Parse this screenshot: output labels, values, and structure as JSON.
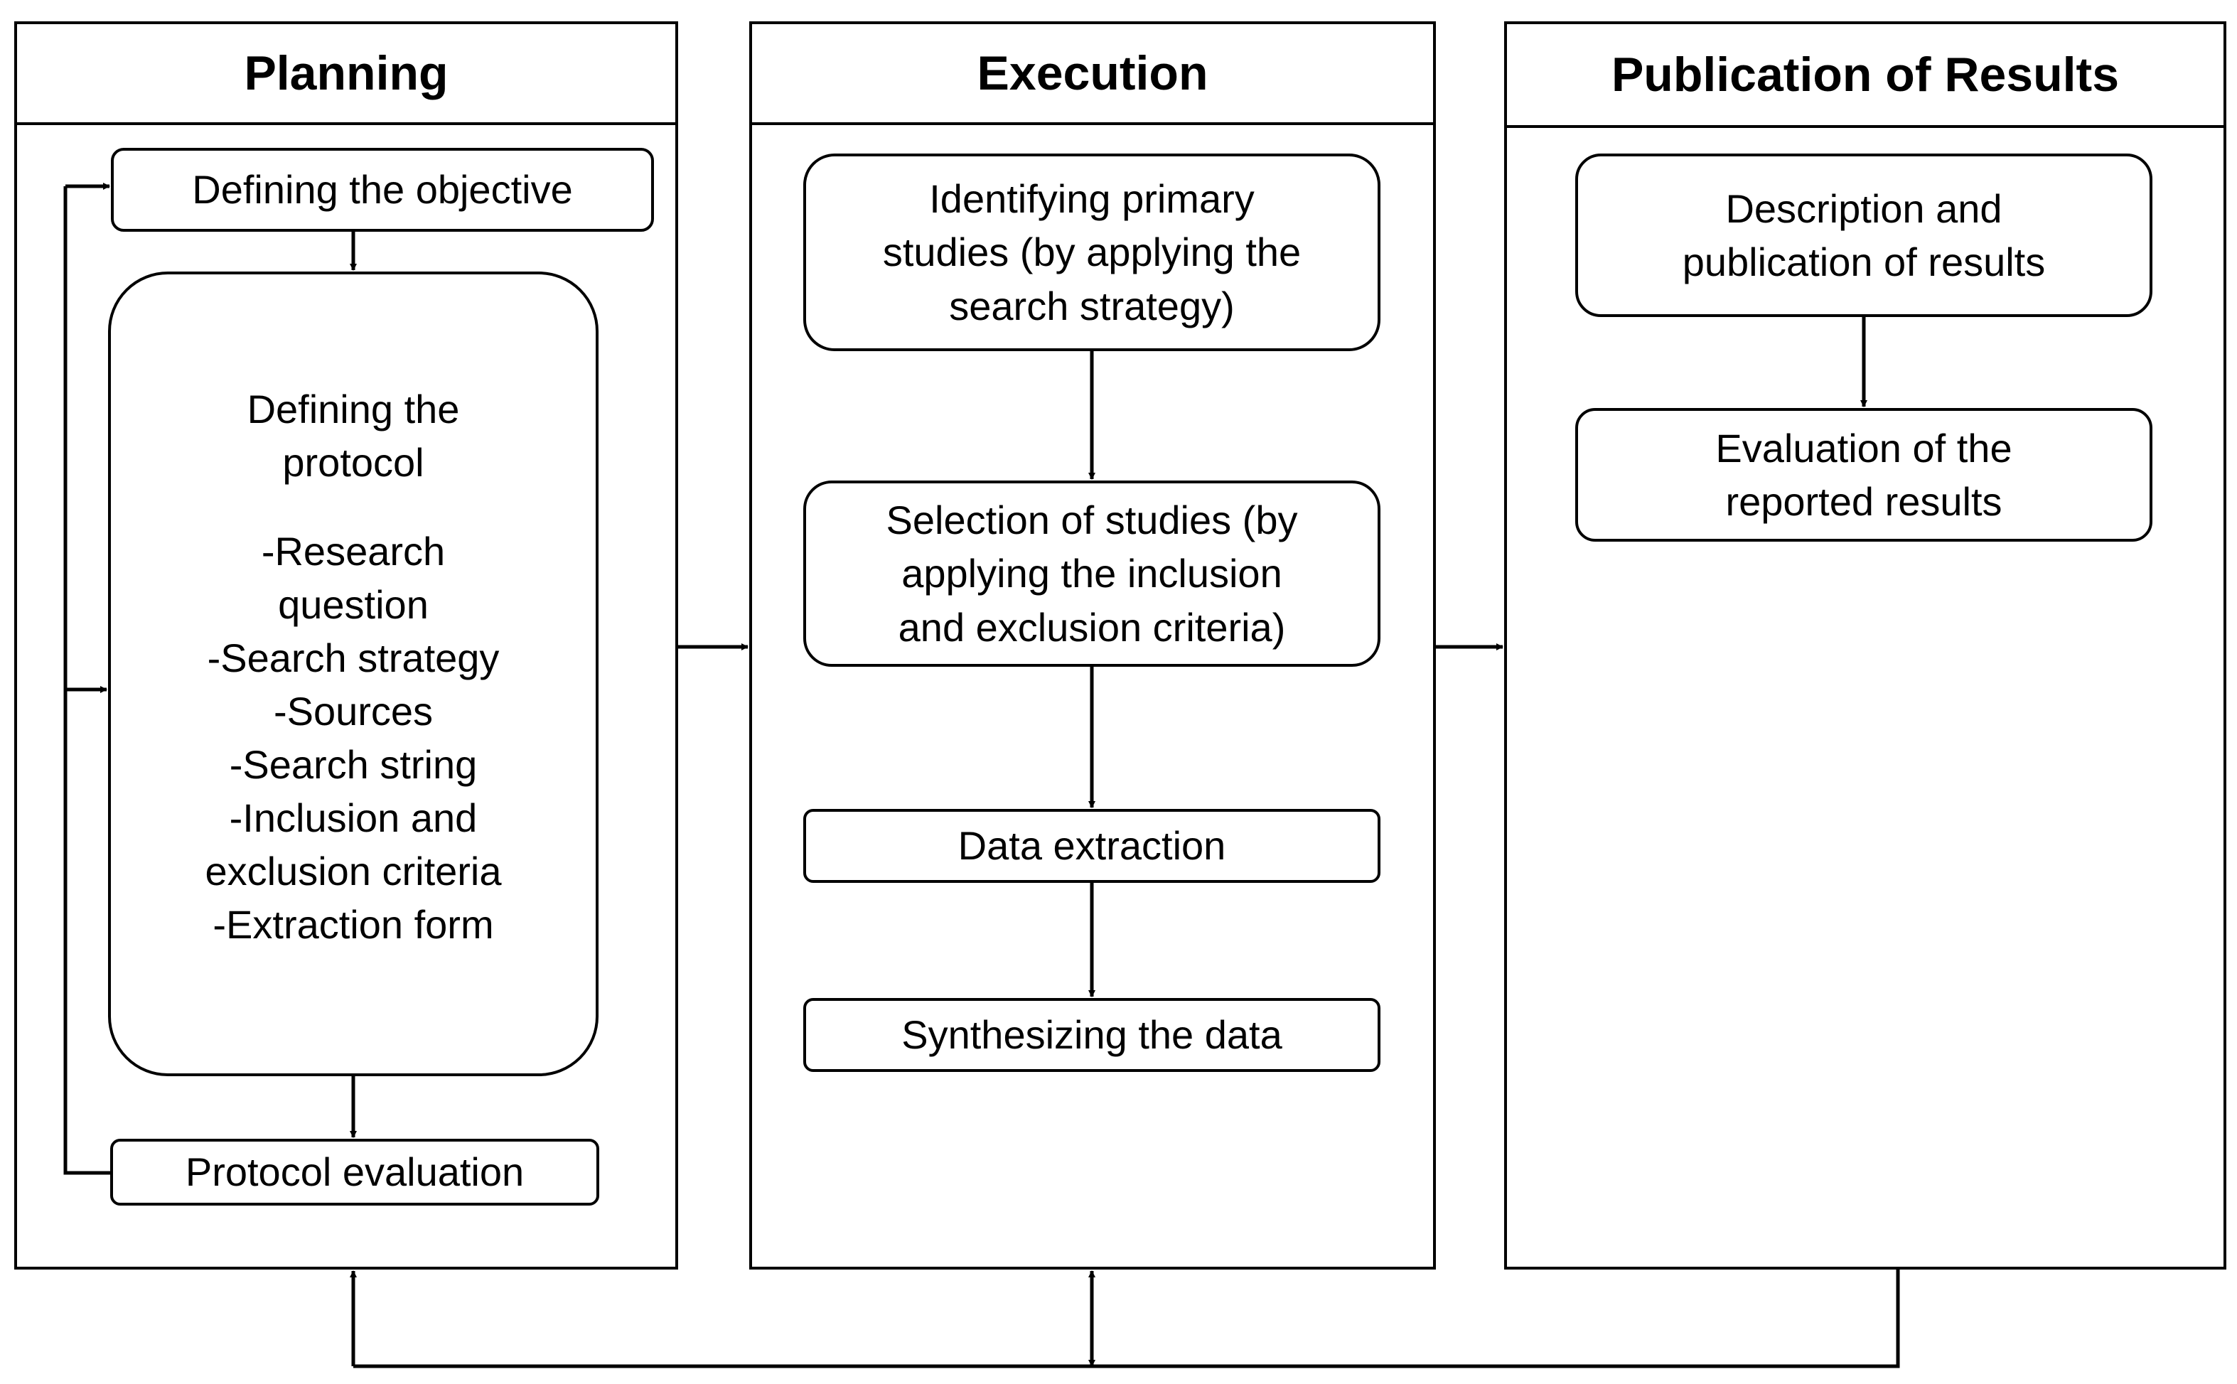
{
  "columns": {
    "planning": {
      "title": "Planning",
      "objective": "Defining the objective",
      "protocol": {
        "heading": [
          "Defining the",
          "protocol"
        ],
        "items": [
          "-Research",
          "question",
          "-Search strategy",
          "-Sources",
          "-Search string",
          "-Inclusion and",
          "exclusion criteria",
          "-Extraction form"
        ]
      },
      "evaluation": "Protocol evaluation"
    },
    "execution": {
      "title": "Execution",
      "identify": [
        "Identifying primary",
        "studies (by applying the",
        "search strategy)"
      ],
      "selection": [
        "Selection of studies (by",
        "applying the inclusion",
        "and exclusion criteria)"
      ],
      "extraction": "Data extraction",
      "synthesis": "Synthesizing the data"
    },
    "publication": {
      "title": "Publication of Results",
      "description": [
        "Description and",
        "publication of results"
      ],
      "evaluation": [
        "Evaluation of the",
        "reported results"
      ]
    }
  }
}
